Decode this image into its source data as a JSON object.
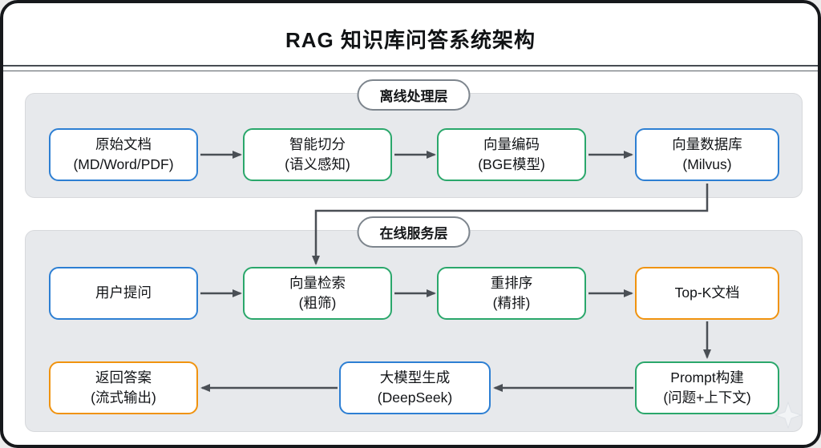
{
  "title": "RAG 知识库问答系统架构",
  "sections": {
    "offline": {
      "label": "离线处理层",
      "nodes": [
        {
          "id": "raw-docs",
          "line1": "原始文档",
          "line2": "(MD/Word/PDF)",
          "accent": "blue"
        },
        {
          "id": "smart-chunking",
          "line1": "智能切分",
          "line2": "(语义感知)",
          "accent": "green"
        },
        {
          "id": "vector-encoding",
          "line1": "向量编码",
          "line2": "(BGE模型)",
          "accent": "green"
        },
        {
          "id": "vector-db",
          "line1": "向量数据库",
          "line2": "(Milvus)",
          "accent": "blue"
        }
      ]
    },
    "online": {
      "label": "在线服务层",
      "row1": [
        {
          "id": "user-query",
          "line1": "用户提问",
          "line2": "",
          "accent": "blue"
        },
        {
          "id": "vector-search",
          "line1": "向量检索",
          "line2": "(粗筛)",
          "accent": "green"
        },
        {
          "id": "rerank",
          "line1": "重排序",
          "line2": "(精排)",
          "accent": "green"
        },
        {
          "id": "topk-docs",
          "line1": "Top-K文档",
          "line2": "",
          "accent": "orange"
        }
      ],
      "row2": [
        {
          "id": "return-answer",
          "line1": "返回答案",
          "line2": "(流式输出)",
          "accent": "orange"
        },
        {
          "id": "llm-generate",
          "line1": "大模型生成",
          "line2": "(DeepSeek)",
          "accent": "blue"
        },
        {
          "id": "prompt-build",
          "line1": "Prompt构建",
          "line2": "(问题+上下文)",
          "accent": "green"
        }
      ]
    }
  },
  "edges": [
    {
      "from": "raw-docs",
      "to": "smart-chunking"
    },
    {
      "from": "smart-chunking",
      "to": "vector-encoding"
    },
    {
      "from": "vector-encoding",
      "to": "vector-db"
    },
    {
      "from": "vector-db",
      "to": "vector-search"
    },
    {
      "from": "user-query",
      "to": "vector-search"
    },
    {
      "from": "vector-search",
      "to": "rerank"
    },
    {
      "from": "rerank",
      "to": "topk-docs"
    },
    {
      "from": "topk-docs",
      "to": "prompt-build"
    },
    {
      "from": "prompt-build",
      "to": "llm-generate"
    },
    {
      "from": "llm-generate",
      "to": "return-answer"
    }
  ],
  "colors": {
    "accent_blue": "#2d7fd3",
    "accent_green": "#2aa76b",
    "accent_orange": "#f0930f",
    "arrow": "#4a4f55",
    "band_bg": "#e7e9ec",
    "pill_border": "#7d858d",
    "frame_border": "#16181b",
    "text": "#121417"
  }
}
